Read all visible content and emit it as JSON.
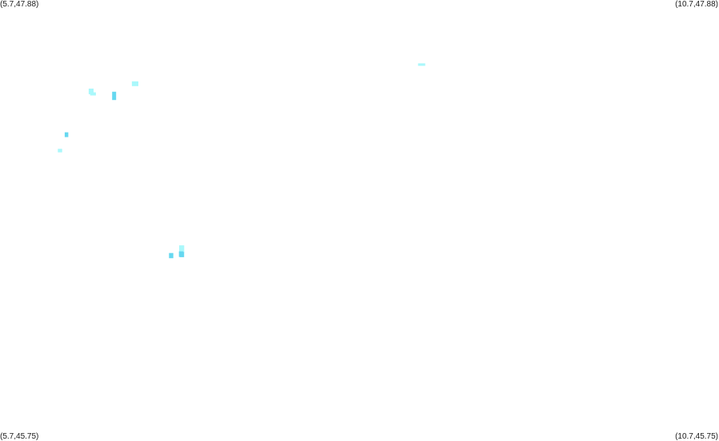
{
  "corners": {
    "top_left": "(5.7,47.88)",
    "top_right": "(10.7,47.88)",
    "bottom_left": "(5.7,45.75)",
    "bottom_right": "(10.7,45.75)"
  },
  "extent": {
    "lon_min": 5.7,
    "lon_max": 10.7,
    "lat_min": 45.75,
    "lat_max": 47.88
  },
  "colors": {
    "light": "#aaf8fb",
    "medium": "#66d8f0",
    "pale": "#c8fafc"
  },
  "cells": [
    {
      "lon": 8.607,
      "lat": 47.574,
      "w": 0.05,
      "h": 0.012,
      "tone": "light"
    },
    {
      "lon": 6.617,
      "lat": 47.487,
      "w": 0.045,
      "h": 0.023,
      "tone": "light"
    },
    {
      "lon": 6.317,
      "lat": 47.452,
      "w": 0.034,
      "h": 0.027,
      "tone": "light"
    },
    {
      "lon": 6.327,
      "lat": 47.434,
      "w": 0.04,
      "h": 0.015,
      "tone": "light"
    },
    {
      "lon": 6.48,
      "lat": 47.437,
      "w": 0.028,
      "h": 0.04,
      "tone": "medium"
    },
    {
      "lon": 6.15,
      "lat": 47.241,
      "w": 0.025,
      "h": 0.023,
      "tone": "medium"
    },
    {
      "lon": 6.102,
      "lat": 47.161,
      "w": 0.03,
      "h": 0.017,
      "tone": "light"
    },
    {
      "lon": 6.946,
      "lat": 46.695,
      "w": 0.035,
      "h": 0.037,
      "tone": "light"
    },
    {
      "lon": 6.944,
      "lat": 46.666,
      "w": 0.03,
      "h": 0.027,
      "tone": "medium"
    },
    {
      "lon": 6.875,
      "lat": 46.658,
      "w": 0.03,
      "h": 0.025,
      "tone": "medium"
    },
    {
      "lon": 6.95,
      "lat": 46.663,
      "w": 0.03,
      "h": 0.025,
      "tone": "medium"
    }
  ]
}
